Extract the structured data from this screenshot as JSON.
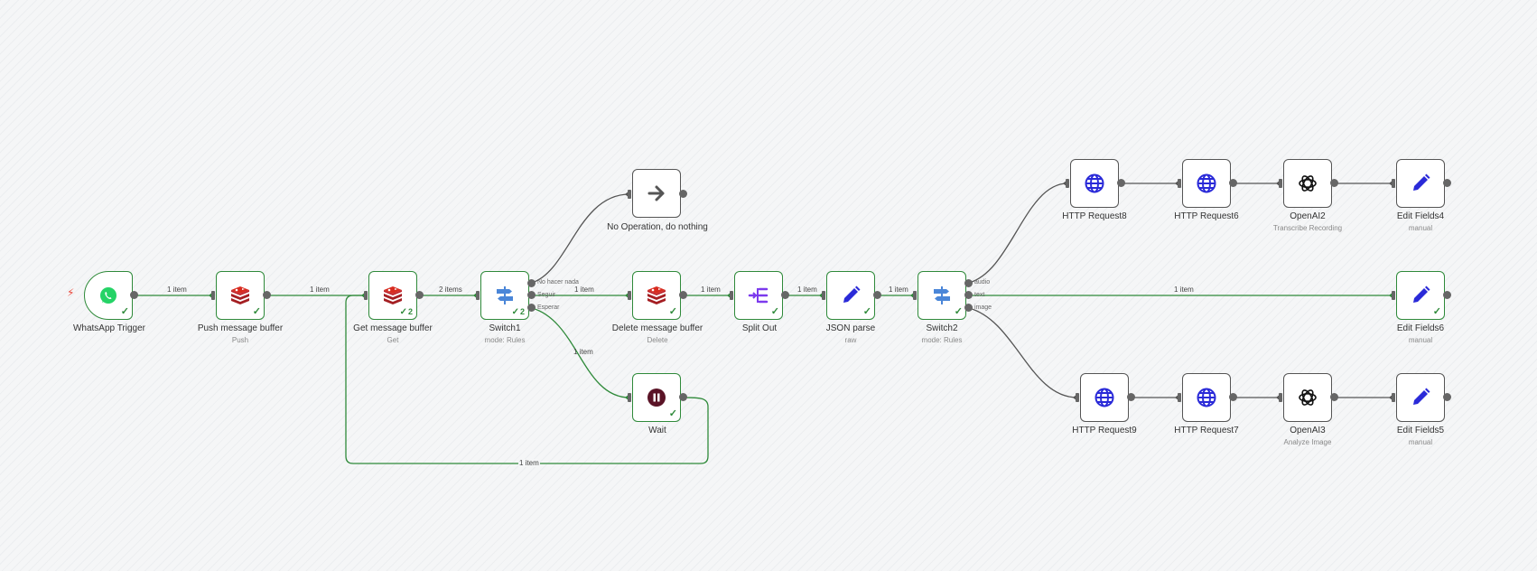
{
  "colors": {
    "success": "#2f8a3a",
    "connector": "#666666",
    "redis": "#c1272d",
    "blue": "#2a2ad8",
    "purple": "#7c3aed",
    "pause": "#5a1326",
    "canvas": "#f5f6f7"
  },
  "nodes": {
    "whatsapp": {
      "label": "WhatsApp Trigger",
      "sub": "",
      "icon": "whatsapp-icon"
    },
    "push": {
      "label": "Push message buffer",
      "sub": "Push",
      "icon": "redis-icon"
    },
    "get": {
      "label": "Get message buffer",
      "sub": "Get",
      "icon": "redis-icon",
      "count": "2"
    },
    "switch1": {
      "label": "Switch1",
      "sub": "mode: Rules",
      "icon": "switch-icon",
      "count": "2",
      "outputs": [
        "No hacer nada",
        "Seguir",
        "Esperar"
      ]
    },
    "noop": {
      "label": "No Operation, do nothing",
      "sub": "",
      "icon": "arrow-right-icon"
    },
    "delete": {
      "label": "Delete message buffer",
      "sub": "Delete",
      "icon": "redis-icon"
    },
    "wait": {
      "label": "Wait",
      "sub": "",
      "icon": "pause-icon"
    },
    "splitout": {
      "label": "Split Out",
      "sub": "",
      "icon": "split-icon"
    },
    "jsonparse": {
      "label": "JSON parse",
      "sub": "raw",
      "icon": "pencil-icon"
    },
    "switch2": {
      "label": "Switch2",
      "sub": "mode: Rules",
      "icon": "switch-icon",
      "outputs": [
        "audio",
        "text",
        "image"
      ]
    },
    "http8": {
      "label": "HTTP Request8",
      "sub": "",
      "icon": "globe-icon"
    },
    "http6": {
      "label": "HTTP Request6",
      "sub": "",
      "icon": "globe-icon"
    },
    "openai2": {
      "label": "OpenAI2",
      "sub": "Transcribe Recording",
      "icon": "openai-icon"
    },
    "edit4": {
      "label": "Edit Fields4",
      "sub": "manual",
      "icon": "pencil-icon"
    },
    "edit6": {
      "label": "Edit Fields6",
      "sub": "manual",
      "icon": "pencil-icon"
    },
    "http9": {
      "label": "HTTP Request9",
      "sub": "",
      "icon": "globe-icon"
    },
    "http7": {
      "label": "HTTP Request7",
      "sub": "",
      "icon": "globe-icon"
    },
    "openai3": {
      "label": "OpenAI3",
      "sub": "Analyze Image",
      "icon": "openai-icon"
    },
    "edit5": {
      "label": "Edit Fields5",
      "sub": "manual",
      "icon": "pencil-icon"
    }
  },
  "edges": {
    "whatsapp_push": "1 item",
    "push_get": "1 item",
    "get_switch1": "2 items",
    "switch1_delete": "1 item",
    "switch1_wait": "1 item",
    "delete_splitout": "1 item",
    "splitout_jsonparse": "1 item",
    "jsonparse_switch2": "1 item",
    "switch2_edit6": "1 item",
    "wait_get": "1 item"
  }
}
